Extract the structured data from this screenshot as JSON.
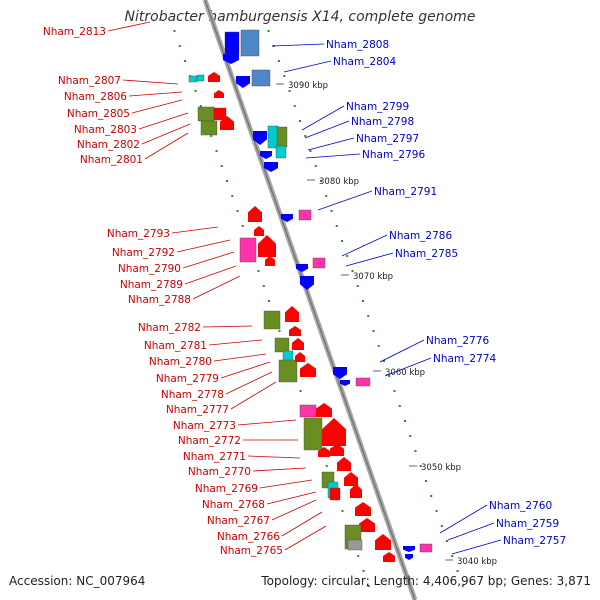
{
  "title": "Nitrobacter hamburgensis X14, complete genome",
  "footer": {
    "accession": "Accession: NC_007964",
    "summary": "Topology: circular; Length: 4,406,967 bp; Genes: 3,871"
  },
  "colors": {
    "forward_gene": "#ff0000",
    "reverse_gene": "#0000ff",
    "rna": "#ff33aa",
    "function_green": "#6b8e23",
    "function_cyan": "#00cccc",
    "function_steel": "#4f86c6",
    "backbone": "#999999",
    "left_label": "#cc0000",
    "right_label": "#0000cc"
  },
  "scale_ticks": [
    "3090 kbp",
    "3080 kbp",
    "3070 kbp",
    "3060 kbp",
    "3050 kbp",
    "3040 kbp"
  ],
  "left_labels": [
    "Nham_2813",
    "Nham_2807",
    "Nham_2806",
    "Nham_2805",
    "Nham_2803",
    "Nham_2802",
    "Nham_2801",
    "Nham_2793",
    "Nham_2792",
    "Nham_2790",
    "Nham_2789",
    "Nham_2788",
    "Nham_2782",
    "Nham_2781",
    "Nham_2780",
    "Nham_2779",
    "Nham_2778",
    "Nham_2777",
    "Nham_2773",
    "Nham_2772",
    "Nham_2771",
    "Nham_2770",
    "Nham_2769",
    "Nham_2768",
    "Nham_2767",
    "Nham_2766",
    "Nham_2765"
  ],
  "right_labels": [
    "Nham_2808",
    "Nham_2804",
    "Nham_2799",
    "Nham_2798",
    "Nham_2797",
    "Nham_2796",
    "Nham_2791",
    "Nham_2786",
    "Nham_2785",
    "Nham_2776",
    "Nham_2774",
    "Nham_2760",
    "Nham_2759",
    "Nham_2757"
  ]
}
